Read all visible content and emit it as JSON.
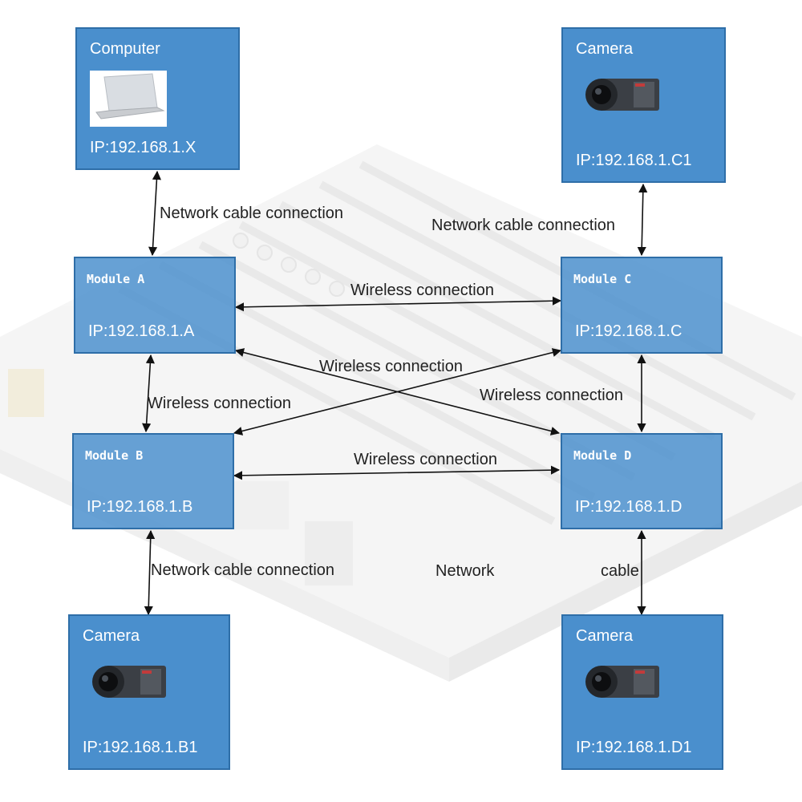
{
  "colors": {
    "box_fill": "#4a8fcd",
    "box_border": "#2e6ea8",
    "text_on_box": "#ffffff",
    "arrow": "#111111"
  },
  "nodes": {
    "computer": {
      "title": "Computer",
      "ip": "IP:192.168.1.X",
      "icon": "laptop-icon"
    },
    "camera_c1": {
      "title": "Camera",
      "ip": "IP:192.168.1.C1",
      "icon": "camera-icon"
    },
    "module_a": {
      "title": "Module A",
      "ip": "IP:192.168.1.A"
    },
    "module_c": {
      "title": "Module C",
      "ip": "IP:192.168.1.C"
    },
    "module_b": {
      "title": "Module B",
      "ip": "IP:192.168.1.B"
    },
    "module_d": {
      "title": "Module D",
      "ip": "IP:192.168.1.D"
    },
    "camera_b1": {
      "title": "Camera",
      "ip": "IP:192.168.1.B1",
      "icon": "camera-icon"
    },
    "camera_d1": {
      "title": "Camera",
      "ip": "IP:192.168.1.D1",
      "icon": "camera-icon"
    }
  },
  "edges": {
    "computer_a": {
      "label": "Network cable connection",
      "from": "computer",
      "to": "module_a",
      "type": "cable"
    },
    "camera_c": {
      "label": "Network cable connection",
      "from": "camera_c1",
      "to": "module_c",
      "type": "cable"
    },
    "a_c": {
      "label": "Wireless connection",
      "from": "module_a",
      "to": "module_c",
      "type": "wireless"
    },
    "a_d_b_c": {
      "label": "Wireless connection",
      "from": "module_b",
      "to": "module_c",
      "type": "wireless"
    },
    "a_b": {
      "label": "Wireless connection",
      "from": "module_a",
      "to": "module_b",
      "type": "wireless"
    },
    "c_d": {
      "label": "Wireless connection",
      "from": "module_c",
      "to": "module_d",
      "type": "wireless"
    },
    "b_d": {
      "label": "Wireless connection",
      "from": "module_b",
      "to": "module_d",
      "type": "wireless"
    },
    "b_camera": {
      "label": "Network cable connection",
      "from": "module_b",
      "to": "camera_b1",
      "type": "cable"
    },
    "d_camera_network": {
      "label": "Network",
      "type": "cable"
    },
    "d_camera_cable": {
      "label": "cable",
      "from": "module_d",
      "to": "camera_d1",
      "type": "cable"
    }
  }
}
